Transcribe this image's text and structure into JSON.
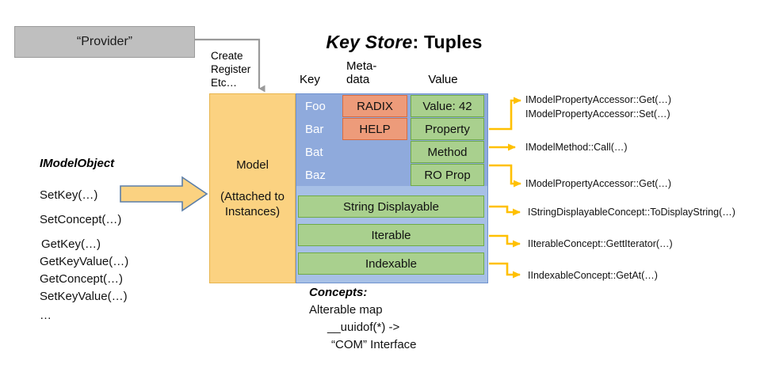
{
  "title": {
    "emphasis": "Key Store",
    "rest": ": Tuples"
  },
  "provider": {
    "label": "“Provider”"
  },
  "provider_connector": {
    "label": "Create\nRegister\nEtc…",
    "lines": [
      "Create",
      "Register",
      "Etc…"
    ],
    "color": "#9a9a9a"
  },
  "columns": {
    "key": "Key",
    "metadata_line1": "Meta-",
    "metadata_line2": "data",
    "value": "Value"
  },
  "model": {
    "title": "Model",
    "subtitle_line1": "(Attached to",
    "subtitle_line2": "Instances)",
    "fill": "#fbd281",
    "border": "#e8b54e"
  },
  "keystore": {
    "fill_upper": "#8faadc",
    "fill_lower": "#a7c0e6",
    "border": "#6f92cf"
  },
  "keys": [
    "Foo",
    "Bar",
    "Bat",
    "Baz"
  ],
  "metadata": [
    "RADIX",
    "HELP"
  ],
  "values": [
    "Value: 42",
    "Property",
    "Method",
    "RO Prop"
  ],
  "concept_bars": [
    "String Displayable",
    "Iterable",
    "Indexable"
  ],
  "colors": {
    "green_fill": "#a9d08e",
    "green_border": "#6fab46",
    "orange_fill": "#ed9b7a",
    "orange_border": "#d96b3f",
    "arrow_yellow": "#ffc000",
    "block_arrow_fill": "#fbd281",
    "block_arrow_border": "#5b7ea8"
  },
  "imodelobject": {
    "title": "IModelObject",
    "methods": [
      "SetKey(…)",
      "SetConcept(…)",
      "GetKey(…)",
      "GetKeyValue(…)",
      "GetConcept(…)",
      "SetKeyValue(…)",
      "…"
    ]
  },
  "concepts": {
    "title": "Concepts:",
    "lines": [
      "Alterable map",
      "__uuidof(*) ->",
      "“COM” Interface"
    ]
  },
  "annotations": [
    "IModelPropertyAccessor::Get(…)",
    "IModelPropertyAccessor::Set(…)",
    "IModelMethod::Call(…)",
    "IModelPropertyAccessor::Get(…)",
    "IStringDisplayableConcept::ToDisplayString(…)",
    "IIterableConcept::GettIterator(…)",
    "IIndexableConcept::GetAt(…)"
  ]
}
